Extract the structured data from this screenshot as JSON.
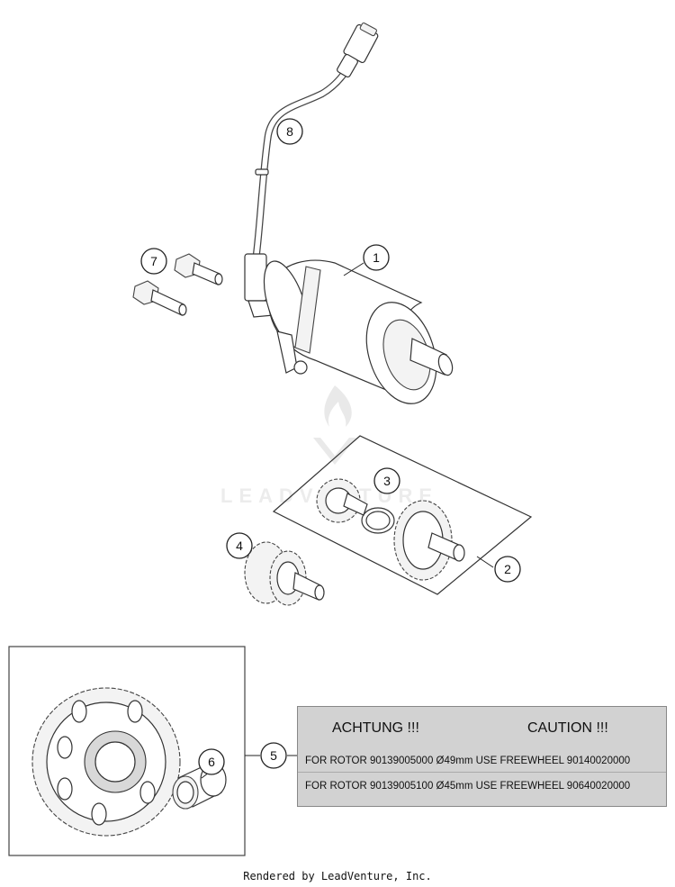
{
  "callouts": {
    "c1": "1",
    "c2": "2",
    "c3": "3",
    "c4": "4",
    "c5": "5",
    "c6": "6",
    "c7": "7",
    "c8": "8"
  },
  "note": {
    "heading_de": "ACHTUNG !!!",
    "heading_en": "CAUTION !!!",
    "line1": "FOR ROTOR 90139005000 Ø49mm USE FREEWHEEL 90140020000",
    "line2": "FOR ROTOR 90139005100 Ø45mm USE FREEWHEEL 90640020000",
    "background": "#d2d2d2"
  },
  "watermark": "LEADVENTURE",
  "footer": "Rendered by LeadVenture, Inc."
}
